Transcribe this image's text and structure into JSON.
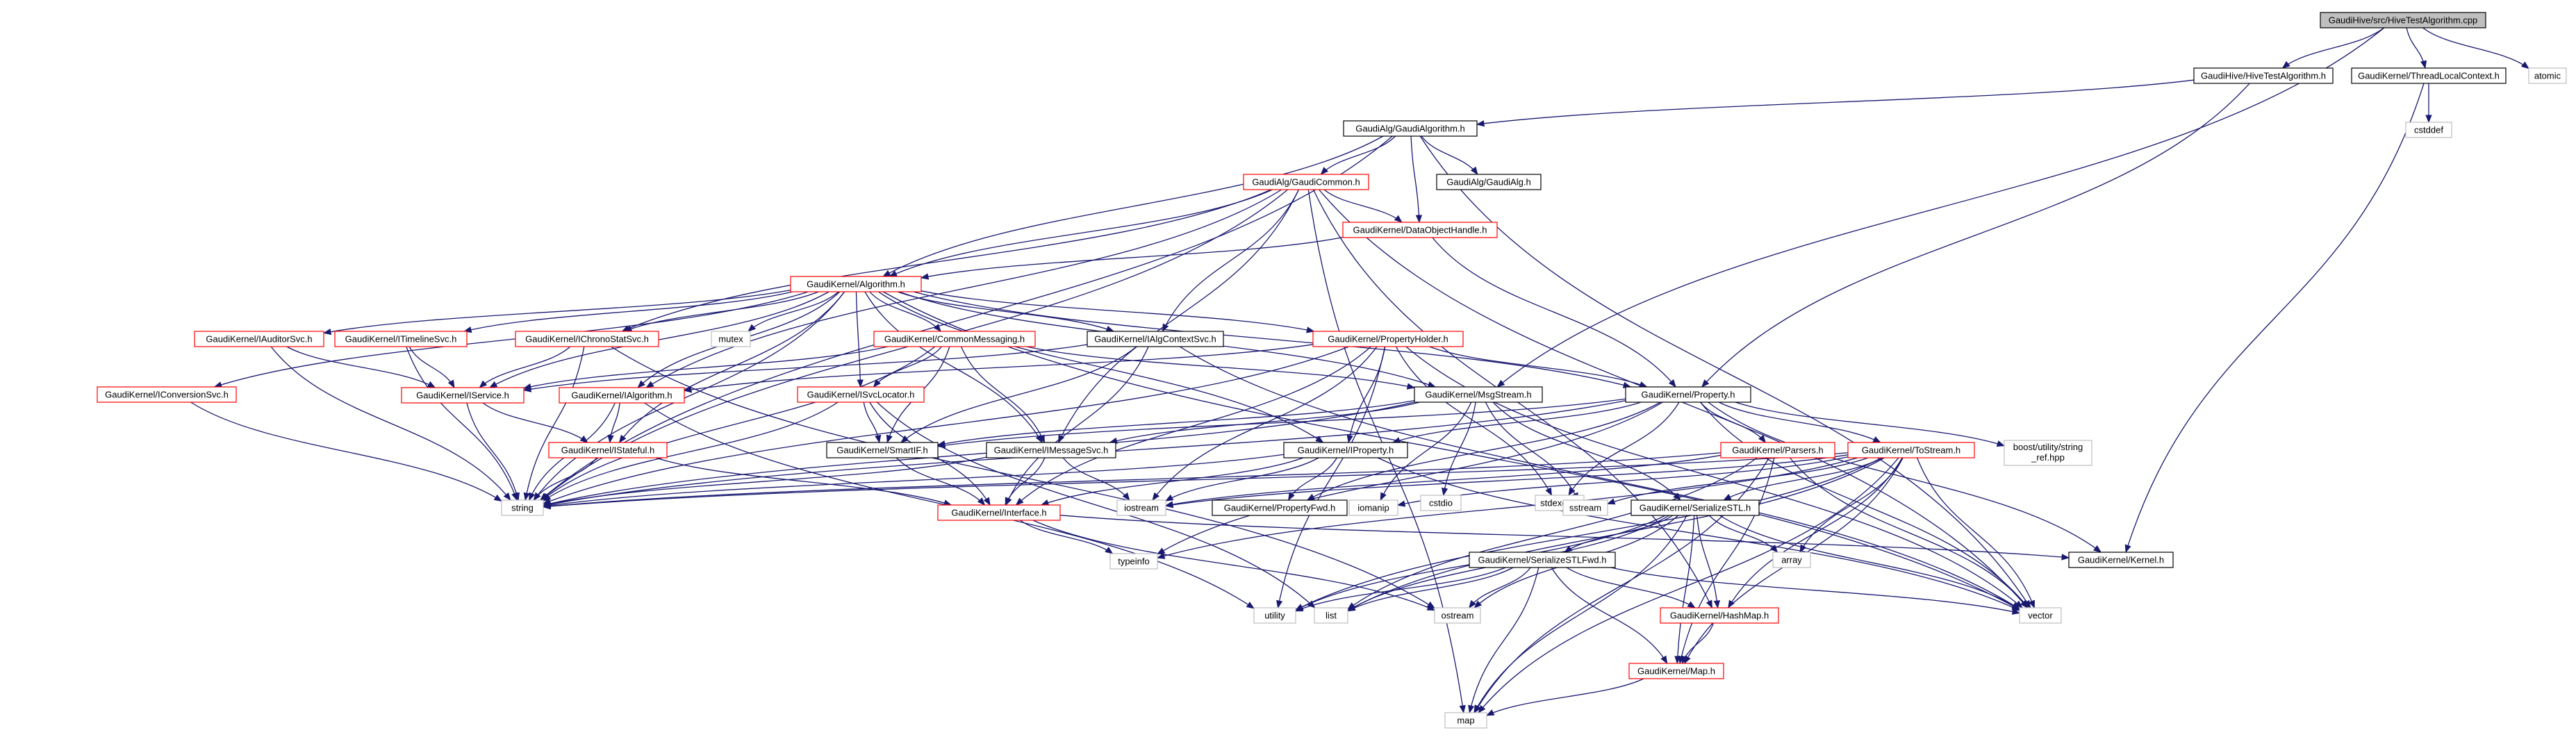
{
  "title": "GaudiHive/src/HiveTestAlgorithm.cpp",
  "colors": {
    "root_fill": "#bfbfbf",
    "documented_border": "#000000",
    "undocumented_border": "#ff0000",
    "system_border": "#bfbfbf",
    "edge": "#191970"
  },
  "nodes": [
    {
      "id": "root",
      "label": "GaudiHive/src/HiveTestAlgorithm.cpp",
      "kind": "root"
    },
    {
      "id": "hiveh",
      "label": "GaudiHive/HiveTestAlgorithm.h",
      "kind": "doc"
    },
    {
      "id": "tlc",
      "label": "GaudiKernel/ThreadLocalContext.h",
      "kind": "doc"
    },
    {
      "id": "atomic",
      "label": "atomic",
      "kind": "sys"
    },
    {
      "id": "cstddef",
      "label": "cstddef",
      "kind": "sys"
    },
    {
      "id": "galg",
      "label": "GaudiAlg/GaudiAlgorithm.h",
      "kind": "doc"
    },
    {
      "id": "gcommon",
      "label": "GaudiAlg/GaudiCommon.h",
      "kind": "undoc"
    },
    {
      "id": "gaudialg",
      "label": "GaudiAlg/GaudiAlg.h",
      "kind": "doc"
    },
    {
      "id": "dataobj",
      "label": "GaudiKernel/DataObjectHandle.h",
      "kind": "undoc"
    },
    {
      "id": "algorithm",
      "label": "GaudiKernel/Algorithm.h",
      "kind": "undoc"
    },
    {
      "id": "iconv",
      "label": "GaudiKernel/IConversionSvc.h",
      "kind": "undoc"
    },
    {
      "id": "iauditor",
      "label": "GaudiKernel/IAuditorSvc.h",
      "kind": "undoc"
    },
    {
      "id": "itimeline",
      "label": "GaudiKernel/ITimelineSvc.h",
      "kind": "undoc"
    },
    {
      "id": "ichrono",
      "label": "GaudiKernel/IChronoStatSvc.h",
      "kind": "undoc"
    },
    {
      "id": "mutex",
      "label": "mutex",
      "kind": "sys"
    },
    {
      "id": "cmsg",
      "label": "GaudiKernel/CommonMessaging.h",
      "kind": "undoc"
    },
    {
      "id": "ialgctx",
      "label": "GaudiKernel/IAlgContextSvc.h",
      "kind": "doc"
    },
    {
      "id": "propholder",
      "label": "GaudiKernel/PropertyHolder.h",
      "kind": "undoc"
    },
    {
      "id": "iservice",
      "label": "GaudiKernel/IService.h",
      "kind": "undoc"
    },
    {
      "id": "ialgorithm",
      "label": "GaudiKernel/IAlgorithm.h",
      "kind": "undoc"
    },
    {
      "id": "isvcloc",
      "label": "GaudiKernel/ISvcLocator.h",
      "kind": "undoc"
    },
    {
      "id": "msgstream",
      "label": "GaudiKernel/MsgStream.h",
      "kind": "doc"
    },
    {
      "id": "property",
      "label": "GaudiKernel/Property.h",
      "kind": "doc"
    },
    {
      "id": "boost",
      "label": "boost/utility/string_ref.hpp",
      "kind": "sys",
      "wrap": [
        "boost/utility/string",
        "_ref.hpp"
      ]
    },
    {
      "id": "istateful",
      "label": "GaudiKernel/IStateful.h",
      "kind": "undoc"
    },
    {
      "id": "smartif",
      "label": "GaudiKernel/SmartIF.h",
      "kind": "doc"
    },
    {
      "id": "imsgsvc",
      "label": "GaudiKernel/IMessageSvc.h",
      "kind": "doc"
    },
    {
      "id": "iproperty",
      "label": "GaudiKernel/IProperty.h",
      "kind": "doc"
    },
    {
      "id": "cstdio",
      "label": "cstdio",
      "kind": "sys"
    },
    {
      "id": "stdexcept",
      "label": "stdexcept",
      "kind": "sys"
    },
    {
      "id": "parsers",
      "label": "GaudiKernel/Parsers.h",
      "kind": "undoc"
    },
    {
      "id": "tostream",
      "label": "GaudiKernel/ToStream.h",
      "kind": "undoc"
    },
    {
      "id": "string",
      "label": "string",
      "kind": "sys"
    },
    {
      "id": "interface",
      "label": "GaudiKernel/Interface.h",
      "kind": "undoc"
    },
    {
      "id": "iostream",
      "label": "iostream",
      "kind": "sys"
    },
    {
      "id": "iomanip",
      "label": "iomanip",
      "kind": "sys"
    },
    {
      "id": "propfwd",
      "label": "GaudiKernel/PropertyFwd.h",
      "kind": "doc"
    },
    {
      "id": "sstream",
      "label": "sstream",
      "kind": "sys"
    },
    {
      "id": "serstl",
      "label": "GaudiKernel/SerializeSTL.h",
      "kind": "doc"
    },
    {
      "id": "array",
      "label": "array",
      "kind": "sys"
    },
    {
      "id": "kernel",
      "label": "GaudiKernel/Kernel.h",
      "kind": "doc"
    },
    {
      "id": "typeinfo",
      "label": "typeinfo",
      "kind": "sys"
    },
    {
      "id": "serstlfwd",
      "label": "GaudiKernel/SerializeSTLFwd.h",
      "kind": "doc"
    },
    {
      "id": "utility",
      "label": "utility",
      "kind": "sys"
    },
    {
      "id": "list",
      "label": "list",
      "kind": "sys"
    },
    {
      "id": "ostream",
      "label": "ostream",
      "kind": "sys"
    },
    {
      "id": "hashmap",
      "label": "GaudiKernel/HashMap.h",
      "kind": "undoc"
    },
    {
      "id": "vector",
      "label": "vector",
      "kind": "sys"
    },
    {
      "id": "map_h",
      "label": "GaudiKernel/Map.h",
      "kind": "undoc"
    },
    {
      "id": "map",
      "label": "map",
      "kind": "sys"
    }
  ],
  "edges": [
    [
      "root",
      "hiveh"
    ],
    [
      "root",
      "tlc"
    ],
    [
      "root",
      "atomic"
    ],
    [
      "root",
      "msgstream"
    ],
    [
      "hiveh",
      "galg"
    ],
    [
      "hiveh",
      "property"
    ],
    [
      "tlc",
      "cstddef"
    ],
    [
      "tlc",
      "kernel"
    ],
    [
      "galg",
      "gcommon"
    ],
    [
      "galg",
      "gaudialg"
    ],
    [
      "galg",
      "dataobj"
    ],
    [
      "galg",
      "algorithm"
    ],
    [
      "galg",
      "vector"
    ],
    [
      "galg",
      "string"
    ],
    [
      "gcommon",
      "dataobj"
    ],
    [
      "gcommon",
      "algorithm"
    ],
    [
      "gcommon",
      "ialgctx"
    ],
    [
      "gcommon",
      "ichrono"
    ],
    [
      "gcommon",
      "imsgsvc"
    ],
    [
      "gcommon",
      "ialgorithm"
    ],
    [
      "gcommon",
      "hashmap"
    ],
    [
      "gcommon",
      "vector"
    ],
    [
      "gcommon",
      "string"
    ],
    [
      "gcommon",
      "map"
    ],
    [
      "dataobj",
      "algorithm"
    ],
    [
      "dataobj",
      "property"
    ],
    [
      "algorithm",
      "iconv"
    ],
    [
      "algorithm",
      "iauditor"
    ],
    [
      "algorithm",
      "itimeline"
    ],
    [
      "algorithm",
      "ichrono"
    ],
    [
      "algorithm",
      "mutex"
    ],
    [
      "algorithm",
      "cmsg"
    ],
    [
      "algorithm",
      "ialgctx"
    ],
    [
      "algorithm",
      "propholder"
    ],
    [
      "algorithm",
      "iservice"
    ],
    [
      "algorithm",
      "ialgorithm"
    ],
    [
      "algorithm",
      "isvcloc"
    ],
    [
      "algorithm",
      "istateful"
    ],
    [
      "algorithm",
      "imsgsvc"
    ],
    [
      "algorithm",
      "iproperty"
    ],
    [
      "algorithm",
      "msgstream"
    ],
    [
      "algorithm",
      "property"
    ],
    [
      "algorithm",
      "string"
    ],
    [
      "algorithm",
      "vector"
    ],
    [
      "iconv",
      "string"
    ],
    [
      "iauditor",
      "iservice"
    ],
    [
      "iauditor",
      "string"
    ],
    [
      "itimeline",
      "iservice"
    ],
    [
      "itimeline",
      "string"
    ],
    [
      "ichrono",
      "iservice"
    ],
    [
      "ichrono",
      "string"
    ],
    [
      "ichrono",
      "ostream"
    ],
    [
      "cmsg",
      "imsgsvc"
    ],
    [
      "cmsg",
      "msgstream"
    ],
    [
      "cmsg",
      "smartif"
    ],
    [
      "cmsg",
      "isvcloc"
    ],
    [
      "cmsg",
      "iservice"
    ],
    [
      "cmsg",
      "string"
    ],
    [
      "ialgctx",
      "interface"
    ],
    [
      "ialgctx",
      "smartif"
    ],
    [
      "ialgctx",
      "vector"
    ],
    [
      "ialgctx",
      "iservice"
    ],
    [
      "propholder",
      "iproperty"
    ],
    [
      "propholder",
      "property"
    ],
    [
      "propholder",
      "vector"
    ],
    [
      "propholder",
      "stdexcept"
    ],
    [
      "propholder",
      "ialgorithm"
    ],
    [
      "propholder",
      "interface"
    ],
    [
      "propholder",
      "string"
    ],
    [
      "propholder",
      "utility"
    ],
    [
      "propholder",
      "iostream"
    ],
    [
      "iservice",
      "istateful"
    ],
    [
      "iservice",
      "string"
    ],
    [
      "ialgorithm",
      "istateful"
    ],
    [
      "ialgorithm",
      "string"
    ],
    [
      "ialgorithm",
      "utility"
    ],
    [
      "isvcloc",
      "interface"
    ],
    [
      "isvcloc",
      "smartif"
    ],
    [
      "isvcloc",
      "string"
    ],
    [
      "isvcloc",
      "list"
    ],
    [
      "msgstream",
      "imsgsvc"
    ],
    [
      "msgstream",
      "serstl"
    ],
    [
      "msgstream",
      "smartif"
    ],
    [
      "msgstream",
      "cstdio"
    ],
    [
      "msgstream",
      "iomanip"
    ],
    [
      "msgstream",
      "string"
    ],
    [
      "msgstream",
      "sstream"
    ],
    [
      "property",
      "iproperty"
    ],
    [
      "property",
      "propfwd"
    ],
    [
      "property",
      "parsers"
    ],
    [
      "property",
      "tostream"
    ],
    [
      "property",
      "stdexcept"
    ],
    [
      "property",
      "string"
    ],
    [
      "property",
      "boost"
    ],
    [
      "property",
      "kernel"
    ],
    [
      "property",
      "typeinfo"
    ],
    [
      "property",
      "vector"
    ],
    [
      "property",
      "smartif"
    ],
    [
      "istateful",
      "interface"
    ],
    [
      "istateful",
      "string"
    ],
    [
      "smartif",
      "interface"
    ],
    [
      "imsgsvc",
      "interface"
    ],
    [
      "imsgsvc",
      "string"
    ],
    [
      "imsgsvc",
      "iostream"
    ],
    [
      "iproperty",
      "interface"
    ],
    [
      "iproperty",
      "propfwd"
    ],
    [
      "iproperty",
      "string"
    ],
    [
      "iproperty",
      "iostream"
    ],
    [
      "iproperty",
      "vector"
    ],
    [
      "parsers",
      "string"
    ],
    [
      "parsers",
      "map"
    ],
    [
      "parsers",
      "vector"
    ],
    [
      "parsers",
      "list"
    ],
    [
      "parsers",
      "iostream"
    ],
    [
      "parsers",
      "map_h"
    ],
    [
      "tostream",
      "serstl"
    ],
    [
      "tostream",
      "string"
    ],
    [
      "tostream",
      "iostream"
    ],
    [
      "tostream",
      "sstream"
    ],
    [
      "tostream",
      "iomanip"
    ],
    [
      "tostream",
      "vector"
    ],
    [
      "tostream",
      "list"
    ],
    [
      "tostream",
      "map"
    ],
    [
      "tostream",
      "array"
    ],
    [
      "tostream",
      "hashmap"
    ],
    [
      "tostream",
      "map_h"
    ],
    [
      "tostream",
      "typeinfo"
    ],
    [
      "tostream",
      "utility"
    ],
    [
      "serstl",
      "serstlfwd"
    ],
    [
      "serstl",
      "array"
    ],
    [
      "serstl",
      "list"
    ],
    [
      "serstl",
      "map"
    ],
    [
      "serstl",
      "ostream"
    ],
    [
      "serstl",
      "utility"
    ],
    [
      "serstl",
      "vector"
    ],
    [
      "serstl",
      "hashmap"
    ],
    [
      "serstl",
      "map_h"
    ],
    [
      "interface",
      "kernel"
    ],
    [
      "interface",
      "typeinfo"
    ],
    [
      "interface",
      "ostream"
    ],
    [
      "serstlfwd",
      "utility"
    ],
    [
      "serstlfwd",
      "list"
    ],
    [
      "serstlfwd",
      "ostream"
    ],
    [
      "serstlfwd",
      "map"
    ],
    [
      "serstlfwd",
      "vector"
    ],
    [
      "serstlfwd",
      "hashmap"
    ],
    [
      "serstlfwd",
      "map_h"
    ],
    [
      "hashmap",
      "map_h"
    ],
    [
      "map_h",
      "map"
    ]
  ]
}
